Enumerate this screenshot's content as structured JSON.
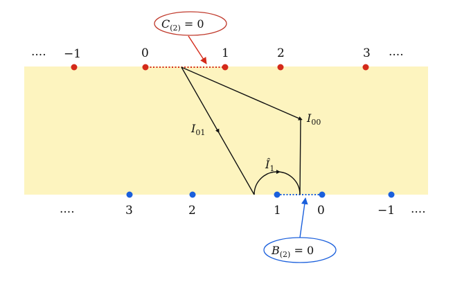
{
  "colors": {
    "band": "#fdf4bf",
    "red": "#d42a1a",
    "blue": "#1a5fdc",
    "black": "#111111"
  },
  "top_row": {
    "ellipsis_left": "....",
    "labels": [
      "−1",
      "0",
      "1",
      "2",
      "3"
    ],
    "ellipsis_right": "...."
  },
  "bottom_row": {
    "ellipsis_left": "....",
    "labels": [
      "3",
      "2",
      "1",
      "0",
      "−1"
    ],
    "ellipsis_right": "...."
  },
  "callouts": {
    "top": {
      "symbol": "C",
      "subscript": "(2)",
      "rest": " = 0"
    },
    "bottom": {
      "symbol": "B",
      "subscript": "(2)",
      "rest": " = 0"
    }
  },
  "paths": {
    "i00": {
      "symbol": "I",
      "subscript": "00"
    },
    "i01": {
      "symbol": "I",
      "subscript": "01"
    },
    "ihat1": {
      "symbol": "Î",
      "subscript": "1"
    }
  }
}
